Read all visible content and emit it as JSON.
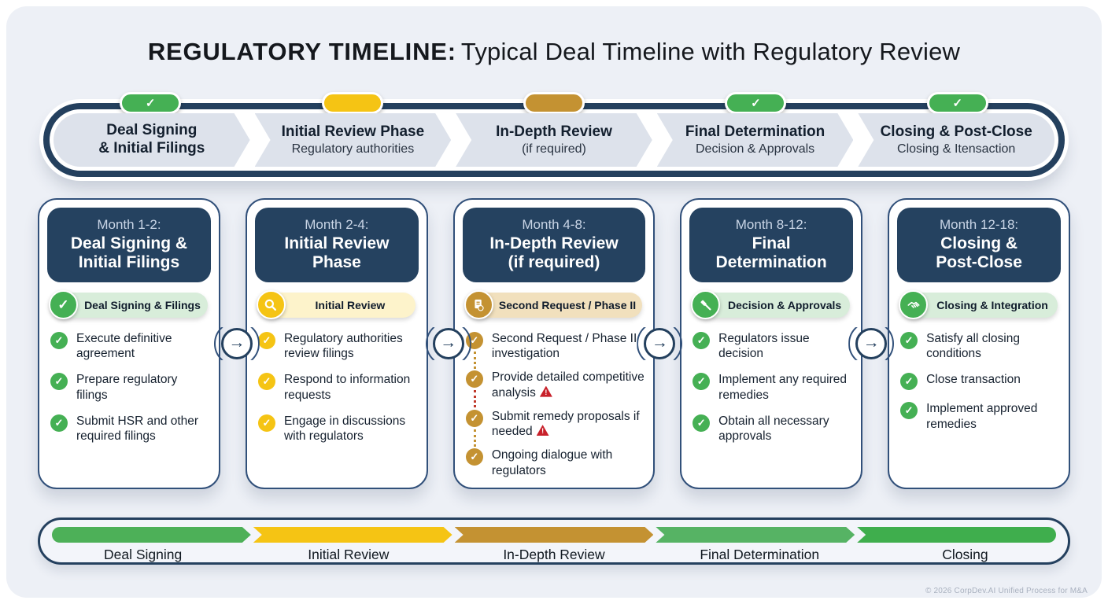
{
  "colors": {
    "navy": "#24405e",
    "green": "#45b054",
    "yellow": "#f5c414",
    "gold": "#c49232",
    "red_warning": "#c8202a",
    "panel_bg": "#edf0f6",
    "card_bg": "#ffffff",
    "badge_green_bg": "#d8edda",
    "badge_yellow_bg": "#fdf3cb",
    "badge_tan_bg": "#f1e0bd"
  },
  "icons": {
    "check": "✓",
    "arrow_right": "→",
    "phase1_pill": "check-icon",
    "phase2_pill": "empty-pill",
    "phase3_pill": "empty-pill",
    "phase4_pill": "check-icon",
    "phase5_pill": "check-icon",
    "badge1": "check-circle-icon",
    "badge2": "magnifier-icon",
    "badge3": "document-question-icon",
    "badge4": "gavel-icon",
    "badge5": "handshake-icon",
    "item_check": "check-circle-icon",
    "warning": "warning-triangle-icon"
  },
  "title": {
    "lead": "REGULATORY TIMELINE:",
    "rest": "Typical Deal Timeline with Regulatory Review"
  },
  "banner": {
    "phases": [
      {
        "line1": "Deal Signing",
        "line2": "& Initial Filings",
        "status": "done"
      },
      {
        "line1": "Initial Review Phase",
        "line2": "Regulatory authorities",
        "status": "pending-yellow"
      },
      {
        "line1": "In-Depth Review",
        "line2": "(if required)",
        "status": "pending-gold"
      },
      {
        "line1": "Final Determination",
        "line2": "Decision & Approvals",
        "status": "done"
      },
      {
        "line1": "Closing & Post-Close",
        "line2": "Closing & Itensaction",
        "status": "done"
      }
    ]
  },
  "cards": [
    {
      "month": "Month 1-2:",
      "title1": "Deal Signing &",
      "title2": "Initial Filings",
      "badge": "Deal Signing & Filings",
      "theme": "green",
      "items": [
        "Execute definitive agreement",
        "Prepare regulatory filings",
        "Submit HSR and other required filings"
      ]
    },
    {
      "month": "Month 2-4:",
      "title1": "Initial Review",
      "title2": "Phase",
      "badge": "Initial Review",
      "theme": "yellow",
      "items": [
        "Regulatory authorities review filings",
        "Respond to information requests",
        "Engage in discussions with regulators"
      ]
    },
    {
      "month": "Month 4-8:",
      "title1": "In-Depth Review",
      "title2": "(if required)",
      "badge": "Second Request / Phase II",
      "theme": "gold",
      "items": [
        "Second Request / Phase II investigation",
        "Provide detailed competitive analysis",
        "Submit remedy proposals if needed",
        "Ongoing dialogue with regulators"
      ],
      "warning_items": [
        1,
        2
      ]
    },
    {
      "month": "Month 8-12:",
      "title1": "Final",
      "title2": "Determination",
      "badge": "Decision & Approvals",
      "theme": "green",
      "items": [
        "Regulators issue decision",
        "Implement any required remedies",
        "Obtain all necessary approvals"
      ]
    },
    {
      "month": "Month 12-18:",
      "title1": "Closing &",
      "title2": "Post-Close",
      "badge": "Closing & Integration",
      "theme": "green",
      "items": [
        "Satisfy all closing conditions",
        "Close transaction",
        "Implement approved remedies"
      ]
    }
  ],
  "progress": {
    "labels": [
      "Deal Signing",
      "Initial Review",
      "In-Depth Review",
      "Final Determination",
      "Closing"
    ],
    "segment_colors": [
      "#4db058",
      "#f5c414",
      "#c49232",
      "#56b364",
      "#3fae4d"
    ]
  },
  "footer": {
    "copyright": "© 2026 CorpDev.AI Unified Process for M&A"
  }
}
